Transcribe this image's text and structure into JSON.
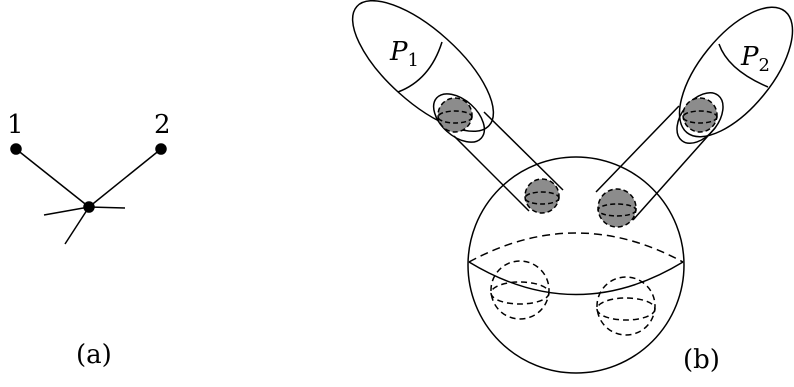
{
  "panel_a": {
    "vertex_1_label": "1",
    "vertex_2_label": "2",
    "caption": "(a)"
  },
  "panel_b": {
    "handle_1_label": {
      "letter": "P",
      "subscript": "1"
    },
    "handle_2_label": {
      "letter": "P",
      "subscript": "2"
    },
    "caption": "(b)"
  },
  "colors": {
    "stroke": "#000000",
    "disk_fill": "#8c8c8c",
    "background": "#ffffff"
  }
}
